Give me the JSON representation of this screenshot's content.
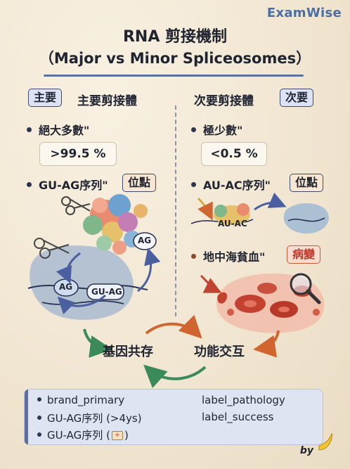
{
  "brand": "ExamWise",
  "title": {
    "zh": "RNA 剪接機制",
    "en": "（Major vs Minor Spliceosomes）"
  },
  "left": {
    "tag": "主要",
    "heading": "主要剪接體",
    "bullet1": "絕大多數\"",
    "value1": ">99.5 %",
    "bullet2": "GU-AG序列\"",
    "tag2": "位點",
    "diagram_labels": {
      "ag_top": "AG",
      "ag_left": "AG",
      "gu_ag": "GU-AG"
    }
  },
  "right": {
    "tag": "次要",
    "heading": "次要剪接體",
    "bullet1": "極少數\"",
    "value1": "<0.5 %",
    "bullet2": "AU-AC序列\"",
    "tag2": "位點",
    "diagram_label": "AU-AC",
    "bullet3": "地中海貧血\"",
    "tag3": "病變"
  },
  "flow": {
    "left": "基因共存",
    "right": "功能交互"
  },
  "legend": {
    "items": [
      {
        "text": "brand_primary",
        "icon": "dot"
      },
      {
        "text": "GU-AG序列 (>4ys)",
        "icon": "dot"
      },
      {
        "text": "GU-AG序列 (",
        "suffix": ")",
        "icon": "dot"
      },
      {
        "text": "label_pathology",
        "icon": "wrench-icon"
      },
      {
        "text": "label_success",
        "icon": "check-icon"
      }
    ]
  },
  "byline": "by",
  "colors": {
    "accent": "#4a6fa5",
    "ink": "#1f2430",
    "pathology": "#c0392b",
    "success": "#3a8a4a",
    "flow": "#3a8a5a",
    "flow_warm": "#d0652f"
  }
}
